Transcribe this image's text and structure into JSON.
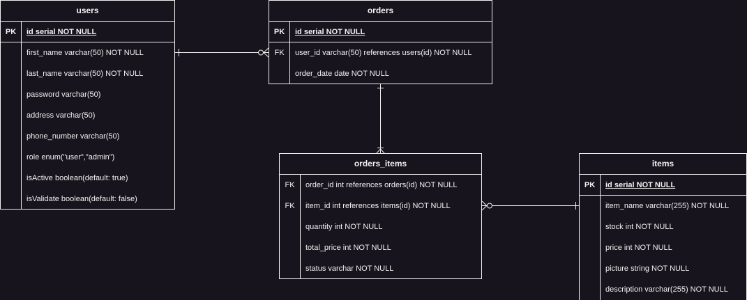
{
  "tables": [
    {
      "name": "users",
      "rows": [
        {
          "key": "PK",
          "field": "id serial NOT NULL",
          "pk": true
        },
        {
          "key": "",
          "field": "first_name varchar(50) NOT NULL"
        },
        {
          "key": "",
          "field": "last_name varchar(50) NOT NULL"
        },
        {
          "key": "",
          "field": "password varchar(50)"
        },
        {
          "key": "",
          "field": "address varchar(50)"
        },
        {
          "key": "",
          "field": "phone_number varchar(50)"
        },
        {
          "key": "",
          "field": "role enum(\"user\",\"admin\")"
        },
        {
          "key": "",
          "field": "isActive boolean(default: true)"
        },
        {
          "key": "",
          "field": "isValidate boolean(default: false)"
        }
      ]
    },
    {
      "name": "orders",
      "rows": [
        {
          "key": "PK",
          "field": "id serial NOT NULL",
          "pk": true
        },
        {
          "key": "FK",
          "field": "user_id varchar(50) references users(id) NOT NULL"
        },
        {
          "key": "",
          "field": "order_date date NOT NULL"
        }
      ]
    },
    {
      "name": "orders_items",
      "rows": [
        {
          "key": "FK",
          "field": "order_id int references orders(id) NOT NULL"
        },
        {
          "key": "FK",
          "field": "item_id int references items(id) NOT NULL"
        },
        {
          "key": "",
          "field": "quantity int NOT NULL"
        },
        {
          "key": "",
          "field": "total_price int NOT NULL"
        },
        {
          "key": "",
          "field": "status varchar NOT NULL"
        }
      ]
    },
    {
      "name": "items",
      "rows": [
        {
          "key": "PK",
          "field": "id serial NOT NULL",
          "pk": true
        },
        {
          "key": "",
          "field": "item_name varchar(255) NOT NULL"
        },
        {
          "key": "",
          "field": "stock int NOT NULL"
        },
        {
          "key": "",
          "field": "price int NOT NULL"
        },
        {
          "key": "",
          "field": "picture string NOT NULL"
        },
        {
          "key": "",
          "field": "description varchar(255) NOT NULL"
        }
      ]
    }
  ],
  "relationships": [
    {
      "from": "users",
      "to": "orders",
      "from_cardinality": "one",
      "to_cardinality": "zero-or-many"
    },
    {
      "from": "orders",
      "to": "orders_items",
      "from_cardinality": "one",
      "to_cardinality": "one-or-many"
    },
    {
      "from": "orders_items",
      "to": "items",
      "from_cardinality": "zero-or-many",
      "to_cardinality": "one"
    }
  ],
  "colors": {
    "background": "#18141d",
    "stroke": "#f0f0f0"
  }
}
